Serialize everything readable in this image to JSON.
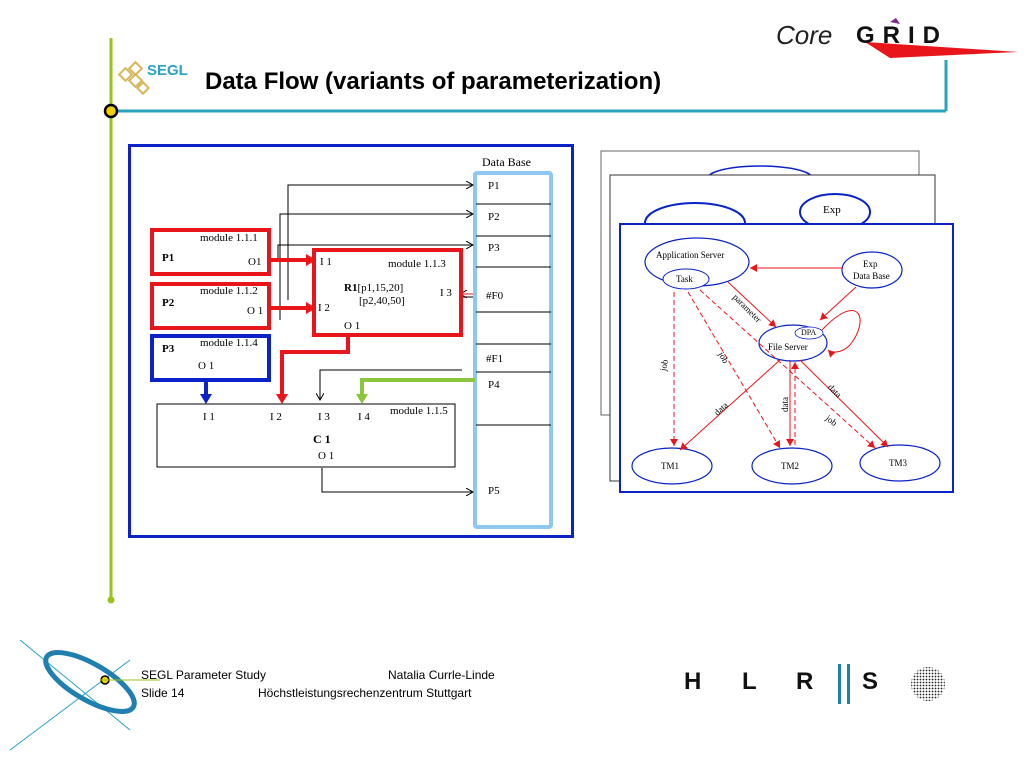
{
  "slide": {
    "title": "Data Flow (variants of parameterization)",
    "segl_logo": "SEGL",
    "coregrid_logo": {
      "core": "Core",
      "grid": "GRID"
    },
    "colors": {
      "accent_cyan": "#29a3bf",
      "accent_green": "#9ac31c",
      "red": "#e8151b",
      "blue": "#0a22c8",
      "light_blue": "#8ec8f0",
      "lime": "#8cc63f"
    }
  },
  "left_diagram": {
    "database_title": "Data Base",
    "database_slots": [
      "P1",
      "P2",
      "P3",
      "#F0",
      "#F1",
      "P4",
      "P5"
    ],
    "modules": [
      {
        "name": "module 1.1.1",
        "param": "P1",
        "output": "O1"
      },
      {
        "name": "module 1.1.2",
        "param": "P2",
        "output": "O 1"
      },
      {
        "name": "module 1.1.4",
        "param": "P3",
        "output": "O 1"
      }
    ],
    "r1": {
      "module": "module 1.1.3",
      "inputs": [
        "I 1",
        "I 2",
        "I 3"
      ],
      "output": "O 1",
      "label_bold": "R1",
      "label_line1": "[p1,15,20]",
      "label_line2": "[p2,40,50]"
    },
    "c1": {
      "module": "module 1.1.5",
      "inputs": [
        "I 1",
        "I 2",
        "I 3",
        "I 4"
      ],
      "label": "C 1",
      "output": "O 1"
    }
  },
  "right_diagram": {
    "back_label": "Exp",
    "nodes": {
      "app_server": "Application Server",
      "task": "Task",
      "exp_db_line1": "Exp",
      "exp_db_line2": "Data Base",
      "dpa": "DPA",
      "file_server": "File Server",
      "tm1": "TM1",
      "tm2": "TM2",
      "tm3": "TM3"
    },
    "edge_labels": {
      "parameter": "parameter",
      "job_left": "job",
      "job_mid": "job",
      "job_right": "job",
      "data_left": "data",
      "data_mid": "data",
      "data_right": "data"
    }
  },
  "footer": {
    "left_line1": "SEGL Parameter Study",
    "left_line2": "Slide 14",
    "right_line1": "Natalia Currle-Linde",
    "right_line2": "Höchstleistungsrechenzentrum Stuttgart",
    "hlrs_letters": [
      "H",
      "L",
      "R",
      "S"
    ]
  }
}
